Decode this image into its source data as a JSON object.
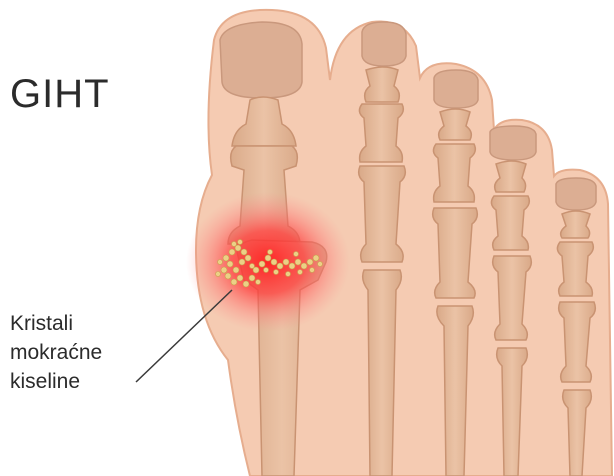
{
  "title": "GIHT",
  "callout": {
    "lines": [
      "Kristali",
      "mokraćne",
      "kiseline"
    ]
  },
  "colors": {
    "skin": "#f4c9b0",
    "skin_outline": "#e3a98a",
    "bone": "#e2b595",
    "bone_outline": "#c99372",
    "nail": "#ddb096",
    "inflammation": "#ff2a2a",
    "crystal": "#e9c874"
  }
}
